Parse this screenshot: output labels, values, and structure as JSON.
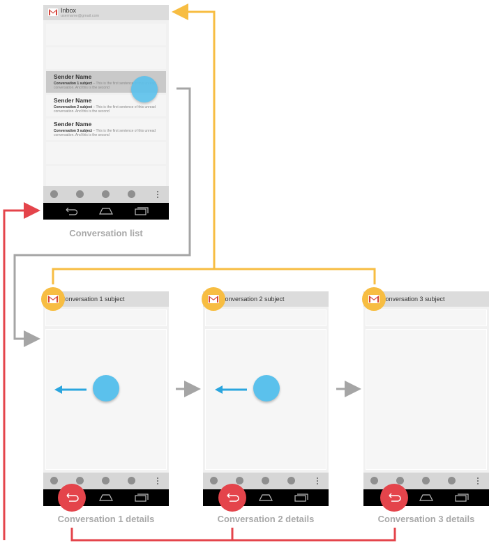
{
  "list_phone": {
    "title": "Inbox",
    "account": "username@gmail.com",
    "rows": [
      {
        "sender": "Sender Name",
        "subject": "Conversation 1 subject",
        "snippet": "This is the first sentence of this unread conversation. And this is the second"
      },
      {
        "sender": "Sender Name",
        "subject": "Conversation 2 subject",
        "snippet": "This is the first sentence of this unread conversation. And this is the second"
      },
      {
        "sender": "Sender Name",
        "subject": "Conversation 3 subject",
        "snippet": "This is the first sentence of this unread conversation. And this is the second"
      }
    ],
    "caption": "Conversation list"
  },
  "detail_phones": [
    {
      "title": "Conversation 1 subject",
      "caption": "Conversation 1 details"
    },
    {
      "title": "Conversation 2 subject",
      "caption": "Conversation 2 details"
    },
    {
      "title": "Conversation 3 subject",
      "caption": "Conversation 3 details"
    }
  ],
  "icons": {
    "gmail": "gmail-m-icon",
    "back": "back-arrow-icon",
    "home": "home-icon",
    "recents": "recents-icon",
    "more": "overflow-menu-icon",
    "touch": "touch-point-icon"
  },
  "colors": {
    "up_navigation": "#f7bd42",
    "back_navigation": "#e4444b",
    "forward_navigation": "#a5a5a5",
    "touch": "#5bc1ec",
    "swipe_arrow": "#2aa5de"
  }
}
